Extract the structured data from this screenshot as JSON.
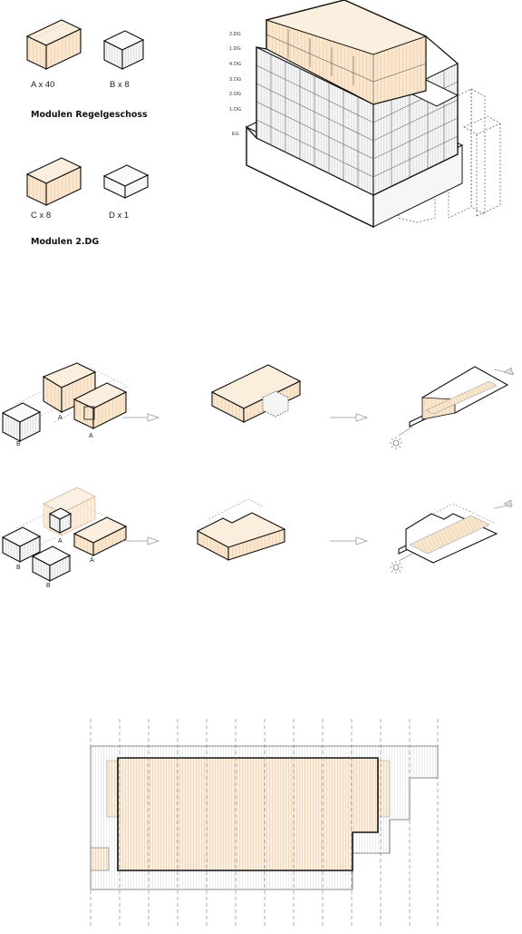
{
  "modules": {
    "regular": {
      "title": "Modulen Regelgeschoss",
      "a_label": "A x 40",
      "b_label": "B x 8"
    },
    "attic": {
      "title": "Modulen 2.DG",
      "c_label": "C x 8",
      "d_label": "D x 1"
    }
  },
  "floor_labels": [
    "2.DG",
    "1.DG",
    "4.OG",
    "3.OG",
    "2.OG",
    "1.OG",
    "EG"
  ],
  "assembly_labels": {
    "row1_left_a": "A",
    "row1_right_a": "A",
    "row1_b": "B",
    "row2_a": "A",
    "row2_right_a": "A",
    "row2_b1": "B",
    "row2_b2": "B"
  },
  "colors": {
    "timber_fill": "#f7e7d0",
    "timber_hatch": "#e8b783",
    "outline": "#111111",
    "grey_line": "#999999",
    "light_fill": "#f2f2f2"
  }
}
